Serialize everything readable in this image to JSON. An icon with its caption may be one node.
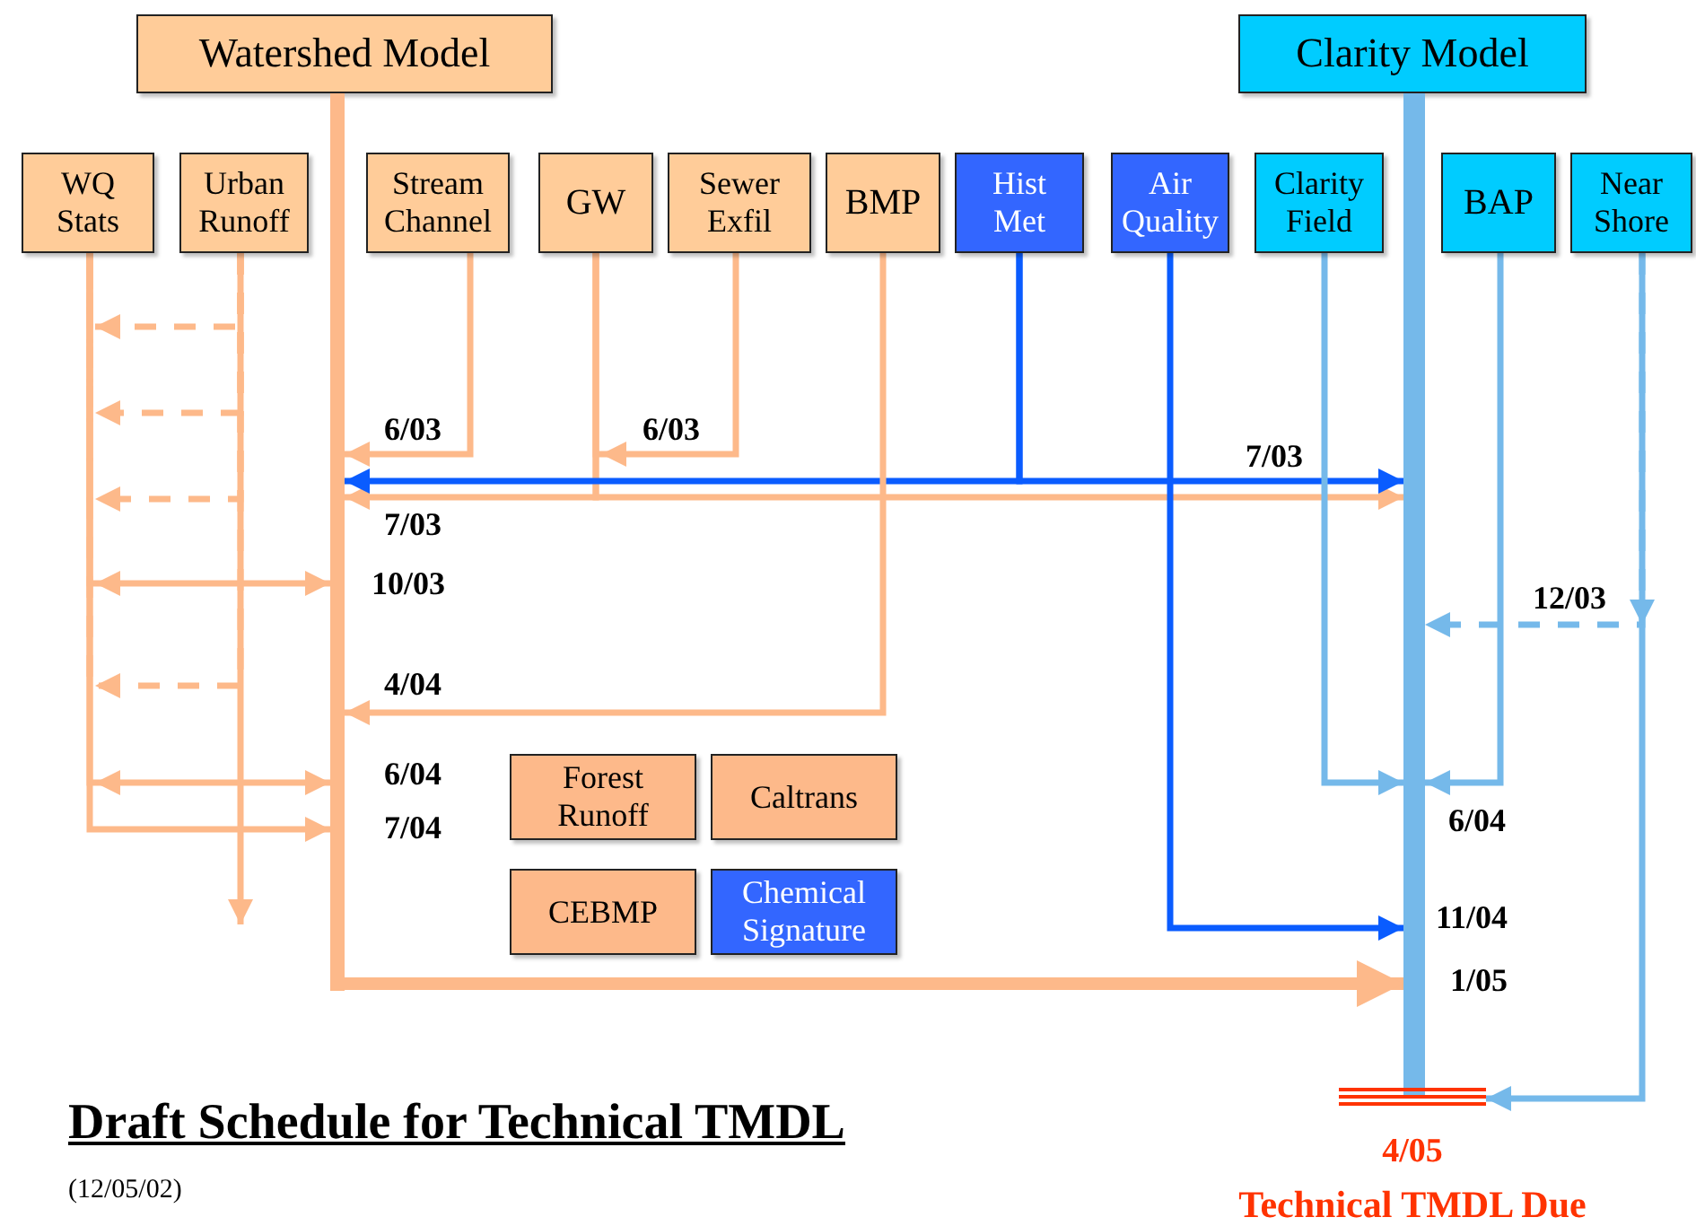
{
  "diagram": {
    "title": "Draft Schedule for Technical TMDL",
    "caption": "(12/05/02)",
    "nodes": [
      {
        "text": [
          "Watershed Model"
        ]
      },
      {
        "text": [
          "Clarity Model"
        ]
      },
      {
        "text": [
          "WQ Stats"
        ]
      },
      {
        "text": [
          "Urban Runoff"
        ]
      },
      {
        "text": [
          "Stream Channel"
        ]
      },
      {
        "text": [
          "GW"
        ]
      },
      {
        "text": [
          "Sewer Exfil"
        ]
      },
      {
        "text": [
          "BMP"
        ]
      },
      {
        "text": [
          "Hist Met"
        ]
      },
      {
        "text": [
          "Air Quality"
        ]
      },
      {
        "text": [
          "Clarity Field"
        ]
      },
      {
        "text": [
          "BAP"
        ]
      },
      {
        "text": [
          "Near Shore"
        ]
      },
      {
        "text": [
          "Forest Runoff"
        ]
      },
      {
        "text": [
          "Caltrans"
        ]
      },
      {
        "text": [
          "CEBMP"
        ]
      },
      {
        "text": [
          "Chemical Signature"
        ]
      },
      {
        "text": [],
        "shape": "bar"
      },
      {
        "text": [],
        "shape": "bar"
      },
      {
        "text": [],
        "shape": "bar",
        "beside": [
          "4/05",
          "Technical TMDL Due"
        ]
      }
    ],
    "edges": [
      {
        "from": 4,
        "to": 17,
        "arrow": "to",
        "label": "6/03"
      },
      {
        "from": 6,
        "to": 5,
        "arrow": "to",
        "label": "6/03"
      },
      {
        "from": 5,
        "to": 17,
        "arrow": "to",
        "label": "7/03"
      },
      {
        "from": 5,
        "to": 18,
        "arrow": "to"
      },
      {
        "from": 8,
        "to": 17,
        "arrow": "to",
        "color": "#0a5cff"
      },
      {
        "from": 8,
        "to": 18,
        "arrow": "to",
        "label": "7/03",
        "color": "#0a5cff"
      },
      {
        "from": 2,
        "to": 17,
        "arrow": "to",
        "label": "10/03"
      },
      {
        "from": 7,
        "to": 17,
        "arrow": "to",
        "label": "4/04"
      },
      {
        "from": 2,
        "to": 17,
        "arrow": "to",
        "label": "6/04"
      },
      {
        "from": 2,
        "to": 17,
        "arrow": "to",
        "label": "7/04"
      },
      {
        "from": 3,
        "to": 2,
        "arrow": "to",
        "style": "dashed"
      },
      {
        "from": 3,
        "to": 2,
        "arrow": "to",
        "style": "dashed"
      },
      {
        "from": 3,
        "to": 2,
        "arrow": "to",
        "style": "dashed"
      },
      {
        "from": 3,
        "to": 2,
        "arrow": "to",
        "style": "dashed"
      },
      {
        "from": 3,
        "to": null,
        "arrow": "to"
      },
      {
        "from": 12,
        "to": 18,
        "arrow": "to",
        "label": "12/03",
        "style": "dashed",
        "color": "#75b9ea"
      },
      {
        "from": 10,
        "to": 18,
        "arrow": "to",
        "label": "6/04",
        "color": "#75b9ea"
      },
      {
        "from": 11,
        "to": 18,
        "arrow": "to",
        "color": "#75b9ea"
      },
      {
        "from": 9,
        "to": 18,
        "arrow": "to",
        "label": "11/04",
        "color": "#0a5cff"
      },
      {
        "from": 17,
        "to": 18,
        "arrow": "to",
        "label": "1/05",
        "style": "thick"
      },
      {
        "from": 12,
        "to": 19,
        "arrow": "to",
        "color": "#75b9ea"
      }
    ]
  }
}
